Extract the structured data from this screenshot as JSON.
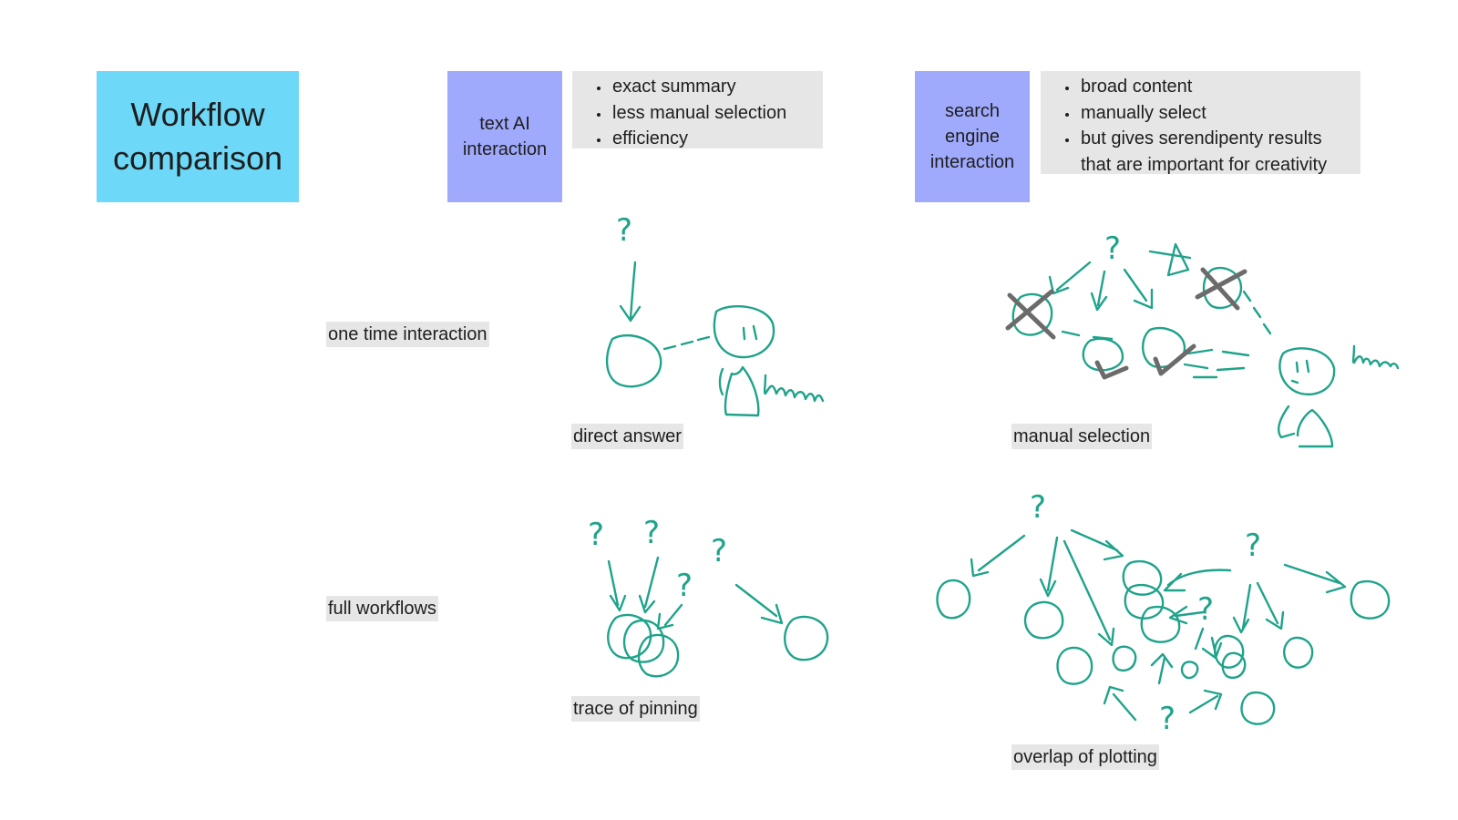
{
  "title_note": {
    "text_line1": "Workflow",
    "text_line2": "comparison",
    "color": "#6dd8f7"
  },
  "columns": [
    {
      "header_line1": "text AI",
      "header_line2": "interaction",
      "header_color": "#9faafc",
      "bullets": [
        "exact summary",
        "less manual selection",
        "efficiency"
      ],
      "bullet_color": "#e6e6e6"
    },
    {
      "header_line1": "search",
      "header_line2": "engine",
      "header_line3": "interaction",
      "header_color": "#9faafc",
      "bullets": [
        "broad content",
        "manually select",
        "but gives serendipenty results that are important for creativity"
      ],
      "bullet_color": "#e6e6e6"
    }
  ],
  "rows": [
    {
      "label": "one time interaction"
    },
    {
      "label": "full workflows"
    }
  ],
  "captions": {
    "direct_answer": "direct answer",
    "manual_selection": "manual selection",
    "trace_of_pinning": "trace of pinning",
    "overlap_of_plotting": "overlap of plotting"
  },
  "sketch_text": {
    "hmm_1": "hmmm",
    "hmm_2": "hmm",
    "question_mark": "?"
  },
  "colors": {
    "ink": "#1fa38a",
    "cross": "#6b6b6b",
    "label_bg": "#e6e6e6",
    "text": "#1e1e1e"
  }
}
